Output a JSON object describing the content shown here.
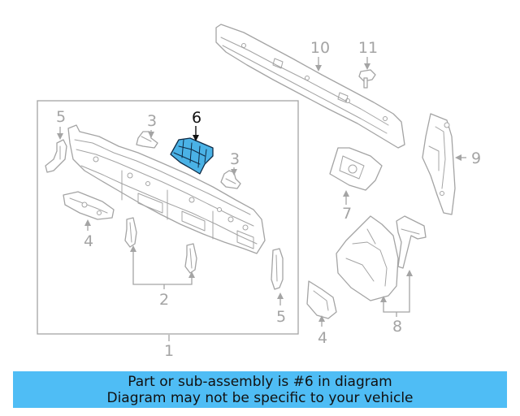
{
  "diagram": {
    "callouts": [
      {
        "id": "c1",
        "text": "1"
      },
      {
        "id": "c2",
        "text": "2"
      },
      {
        "id": "c3a",
        "text": "3"
      },
      {
        "id": "c3b",
        "text": "3"
      },
      {
        "id": "c4a",
        "text": "4"
      },
      {
        "id": "c4b",
        "text": "4"
      },
      {
        "id": "c5a",
        "text": "5"
      },
      {
        "id": "c5b",
        "text": "5"
      },
      {
        "id": "c6",
        "text": "6"
      },
      {
        "id": "c7",
        "text": "7"
      },
      {
        "id": "c8",
        "text": "8"
      },
      {
        "id": "c9",
        "text": "9"
      },
      {
        "id": "c10",
        "text": "10"
      },
      {
        "id": "c11",
        "text": "11"
      }
    ],
    "highlighted_part": "6",
    "highlight_color": "#4ab2e6",
    "line_color": "#a4a4a4"
  },
  "banner": {
    "line1": "Part or sub-assembly is #6 in diagram",
    "line2": "Diagram may not be specific to your vehicle",
    "background": "#4fbdf5"
  }
}
